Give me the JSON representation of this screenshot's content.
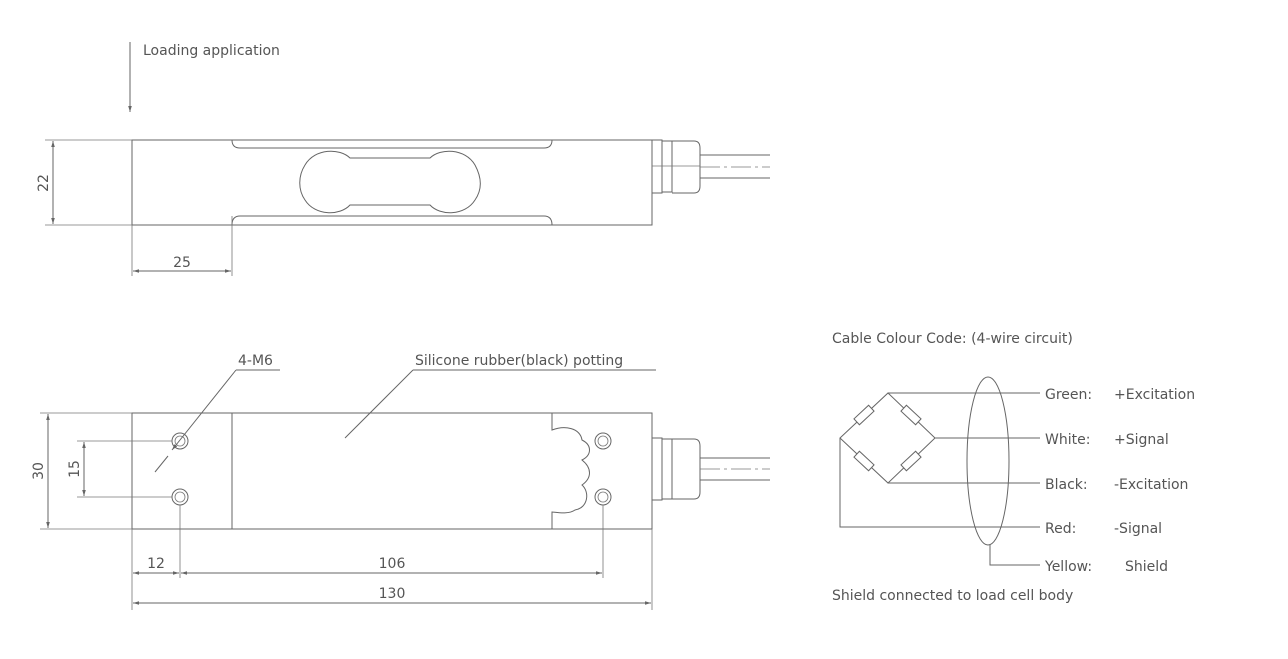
{
  "top_view": {
    "loading_label": "Loading application",
    "dim_height": "22",
    "dim_load_offset": "25"
  },
  "bottom_view": {
    "thread_label": "4-M6",
    "potting_label": "Silicone rubber(black) potting",
    "dim_width": "30",
    "dim_hole_spacing": "15",
    "dim_edge_to_hole": "12",
    "dim_hole_to_hole": "106",
    "dim_total_length": "130"
  },
  "wiring": {
    "title": "Cable Colour Code: (4-wire circuit)",
    "wires": [
      {
        "color": "Green:",
        "function": "+Excitation"
      },
      {
        "color": "White:",
        "function": "+Signal"
      },
      {
        "color": "Black:",
        "function": "-Excitation"
      },
      {
        "color": "Red:",
        "function": "-Signal"
      },
      {
        "color": "Yellow:",
        "function": "Shield"
      }
    ],
    "note": "Shield connected to load cell body"
  }
}
